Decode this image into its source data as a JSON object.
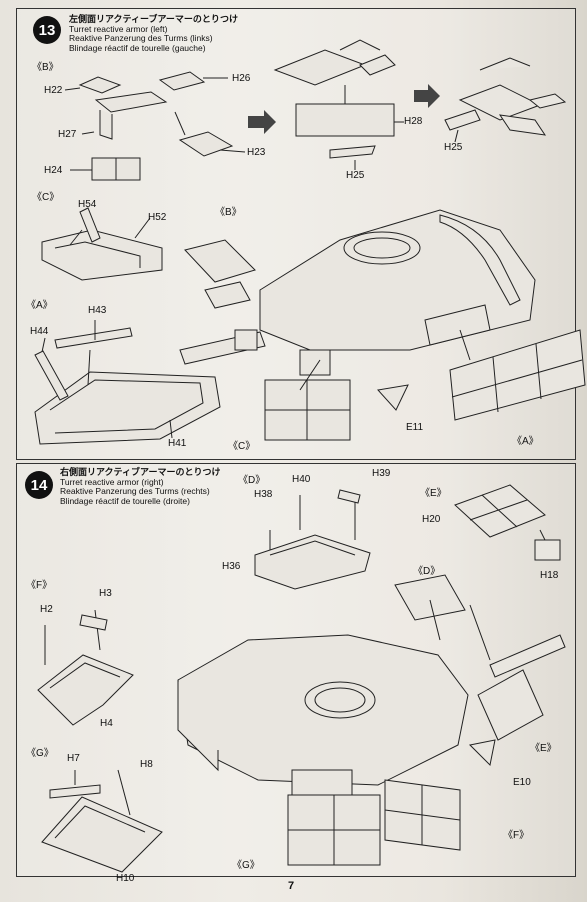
{
  "page_number": "7",
  "step13": {
    "number": "13",
    "title_jp": "左側面リアクティーブアーマーのとりつけ",
    "title_en": "Turret reactive armor (left)",
    "title_de": "Reaktive Panzerung des Turms (links)",
    "title_fr": "Blindage réactif de tourelle (gauche)",
    "groups": [
      "《B》",
      "《C》",
      "《A》",
      "《B》",
      "《C》",
      "《A》"
    ],
    "labels": [
      "H22",
      "H26",
      "H27",
      "H23",
      "H24",
      "H28",
      "H25",
      "H25",
      "H54",
      "H52",
      "H43",
      "H44",
      "H41",
      "E11"
    ]
  },
  "step14": {
    "number": "14",
    "title_jp": "右側面リアクティブアーマーのとりつけ",
    "title_en": "Turret reactive armor (right)",
    "title_de": "Reaktive Panzerung des Turms (rechts)",
    "title_fr": "Blindage réactif de tourelle (droite)",
    "groups": [
      "《D》",
      "《E》",
      "《F》",
      "《G》",
      "《D》",
      "《E》",
      "《F》",
      "《G》"
    ],
    "labels": [
      "H40",
      "H39",
      "H38",
      "H36",
      "H20",
      "H18",
      "H3",
      "H2",
      "H4",
      "H7",
      "H8",
      "H10",
      "E10"
    ]
  }
}
